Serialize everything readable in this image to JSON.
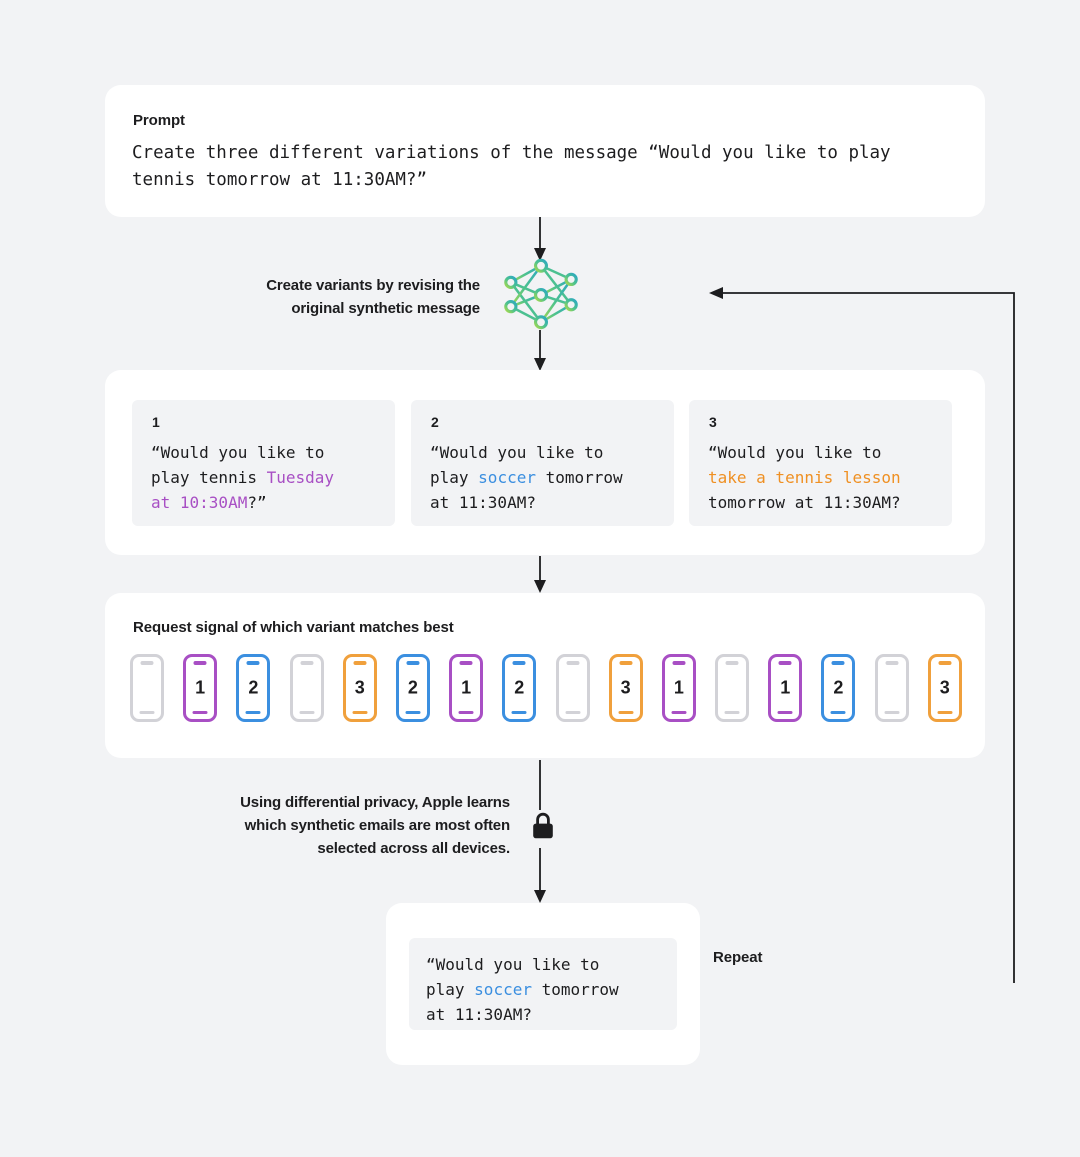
{
  "diagram": {
    "background_color": "#f2f3f5",
    "card_color": "#ffffff",
    "inner_panel_color": "#f2f3f5"
  },
  "palette": {
    "purple": "#a84fc4",
    "blue": "#3b8fe0",
    "orange": "#f0a03c",
    "orange_text": "#ef9023",
    "gray": "#d2d2d7",
    "ink": "#1d1d1f"
  },
  "prompt": {
    "label": "Prompt",
    "text": "Create three different variations of the message “Would you like to play tennis tomorrow at 11:30AM?”"
  },
  "step_labels": {
    "create_variants": "Create variants by revising the\noriginal synthetic message",
    "privacy": "Using differential privacy, Apple learns\nwhich synthetic emails are most often\nselected across all devices.",
    "repeat": "Repeat"
  },
  "icons": {
    "neural_network": "neural-network-icon",
    "lock": "lock-icon"
  },
  "variants": {
    "items": [
      {
        "number": "1",
        "parts": [
          {
            "text": "“Would you like to\nplay tennis ",
            "style": "plain"
          },
          {
            "text": "Tuesday\nat 10:30AM",
            "style": "purple"
          },
          {
            "text": "?”",
            "style": "plain"
          }
        ]
      },
      {
        "number": "2",
        "parts": [
          {
            "text": "“Would you like to\nplay ",
            "style": "plain"
          },
          {
            "text": "soccer",
            "style": "blue"
          },
          {
            "text": " tomorrow\nat 11:30AM?",
            "style": "plain"
          }
        ]
      },
      {
        "number": "3",
        "parts": [
          {
            "text": "“Would you like to\n",
            "style": "plain"
          },
          {
            "text": "take a tennis lesson",
            "style": "orange"
          },
          {
            "text": "\ntomorrow at 11:30AM?",
            "style": "plain"
          }
        ]
      }
    ]
  },
  "signal": {
    "title": "Request signal of which variant matches best",
    "phones": [
      {
        "label": "",
        "color": "gray"
      },
      {
        "label": "1",
        "color": "purple"
      },
      {
        "label": "2",
        "color": "blue"
      },
      {
        "label": "",
        "color": "gray"
      },
      {
        "label": "3",
        "color": "orange"
      },
      {
        "label": "2",
        "color": "blue"
      },
      {
        "label": "1",
        "color": "purple"
      },
      {
        "label": "2",
        "color": "blue"
      },
      {
        "label": "",
        "color": "gray"
      },
      {
        "label": "3",
        "color": "orange"
      },
      {
        "label": "1",
        "color": "purple"
      },
      {
        "label": "",
        "color": "gray"
      },
      {
        "label": "1",
        "color": "purple"
      },
      {
        "label": "2",
        "color": "blue"
      },
      {
        "label": "",
        "color": "gray"
      },
      {
        "label": "3",
        "color": "orange"
      }
    ]
  },
  "result": {
    "parts": [
      {
        "text": "“Would you like to\nplay ",
        "style": "plain"
      },
      {
        "text": "soccer",
        "style": "blue"
      },
      {
        "text": " tomorrow\nat 11:30AM?",
        "style": "plain"
      }
    ]
  }
}
